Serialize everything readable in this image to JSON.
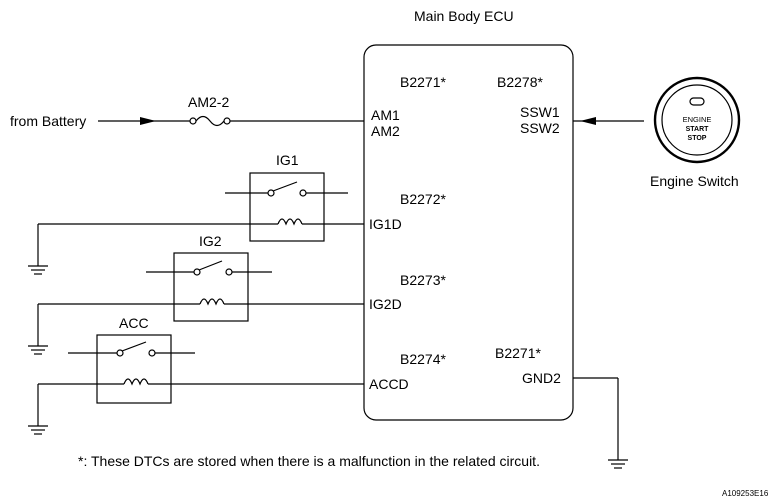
{
  "ecu": {
    "title": "Main Body ECU",
    "dtc_b2271_top": "B2271*",
    "dtc_b2278": "B2278*",
    "dtc_b2272": "B2272*",
    "dtc_b2273": "B2273*",
    "dtc_b2274": "B2274*",
    "dtc_b2271_bottom": "B2271*",
    "pins": {
      "am1": "AM1",
      "am2": "AM2",
      "ssw1": "SSW1",
      "ssw2": "SSW2",
      "ig1d": "IG1D",
      "ig2d": "IG2D",
      "accd": "ACCD",
      "gnd2": "GND2"
    }
  },
  "battery_label": "from Battery",
  "fuse_label": "AM2-2",
  "relays": {
    "ig1": "IG1",
    "ig2": "IG2",
    "acc": "ACC"
  },
  "engine_switch": {
    "label": "Engine Switch",
    "line1": "ENGINE",
    "line2": "START",
    "line3": "STOP"
  },
  "footnote": "*: These DTCs are stored when there is a malfunction in the related circuit.",
  "figure_id": "A109253E16"
}
